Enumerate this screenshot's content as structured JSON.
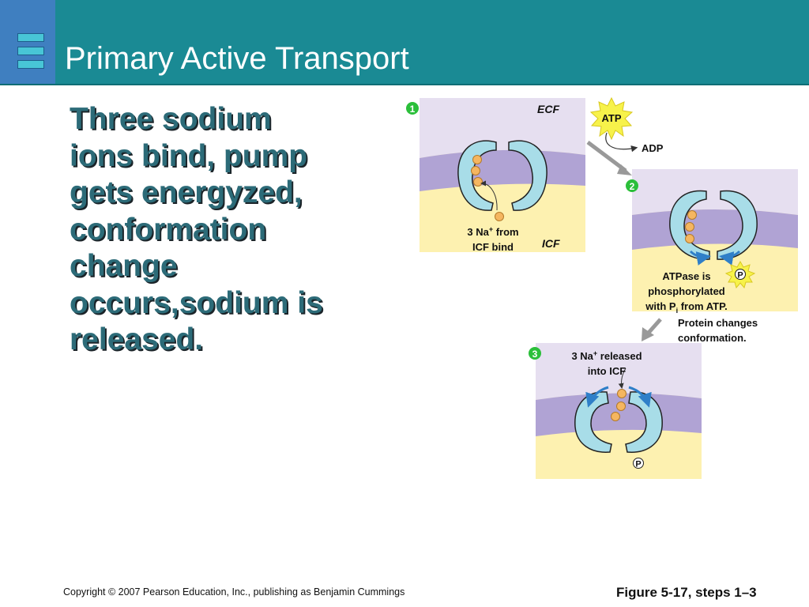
{
  "slide": {
    "title": "Primary Active Transport",
    "body_text": "Three sodium ions bind, pump gets energyzed, conformation change occurs,sodium is released."
  },
  "figure": {
    "step1": {
      "number": "1",
      "ecf_label": "ECF",
      "icf_label": "ICF",
      "caption_line1": "3 Na",
      "caption_sup": "+",
      "caption_line1_rest": " from",
      "caption_line2": "ICF bind"
    },
    "atp_label": "ATP",
    "adp_label": "ADP",
    "step2": {
      "number": "2",
      "phosphate_label": "P",
      "caption_line1": "ATPase is",
      "caption_line2": "phosphorylated",
      "caption_line3_a": "with P",
      "caption_line3_sub": "i",
      "caption_line3_b": " from ATP."
    },
    "protein_change_line1": "Protein changes",
    "protein_change_line2": "conformation.",
    "step3": {
      "number": "3",
      "caption_line1": "3 Na",
      "caption_sup": "+",
      "caption_line1_rest": " released",
      "caption_line2": "into ICF",
      "phosphate_label": "P"
    }
  },
  "footer": {
    "copyright": "Copyright © 2007 Pearson Education, Inc., publishing as Benjamin Cummings",
    "figure_ref": "Figure 5-17, steps 1–3"
  },
  "colors": {
    "header": "#1a8a94",
    "ecf": "#e6dff0",
    "membrane": "#b0a3d4",
    "icf": "#fdf1b0",
    "protein": "#a8dde8",
    "sodium": "#f5b660",
    "step_badge": "#2bbf3a"
  }
}
